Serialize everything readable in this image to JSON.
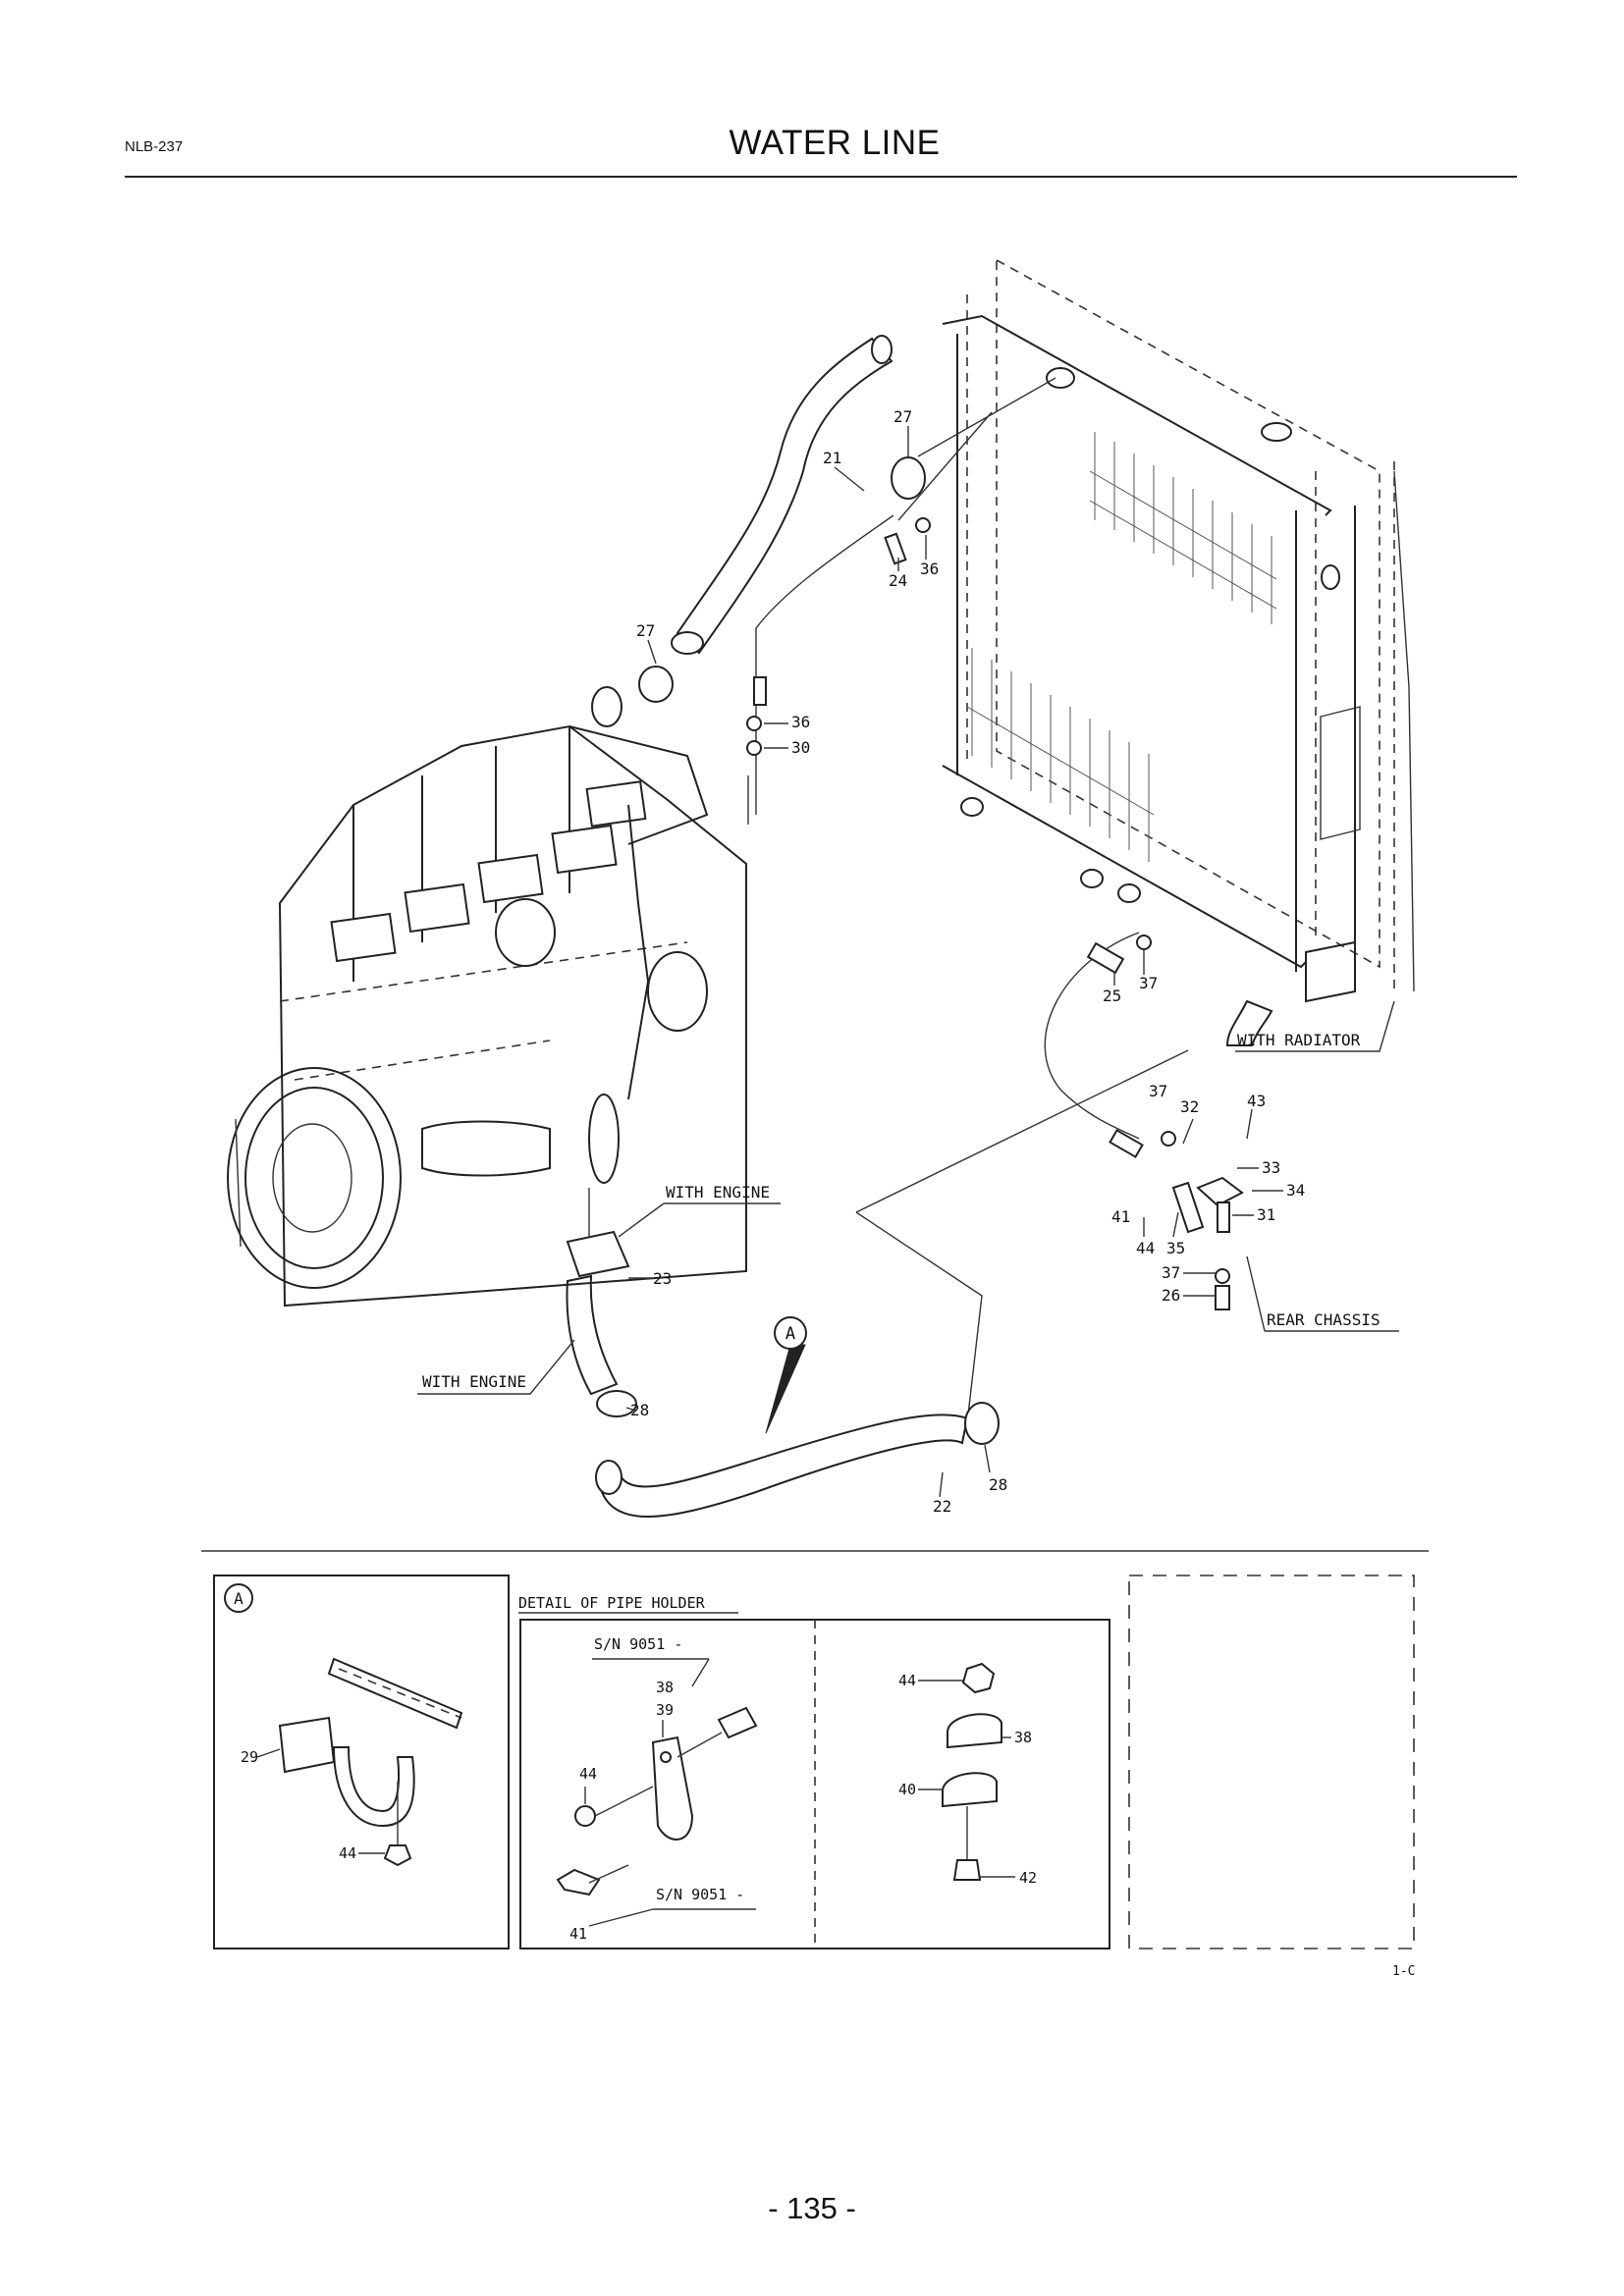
{
  "header": {
    "doc_code": "NLB-237",
    "title": "WATER LINE"
  },
  "callouts": {
    "c21": "21",
    "c27a": "27",
    "c27b": "27",
    "c24": "24",
    "c36a": "36",
    "c36b": "36",
    "c30": "30",
    "c25": "25",
    "c37a": "37",
    "c37b": "37",
    "c32": "32",
    "c43": "43",
    "c33": "33",
    "c34": "34",
    "c31": "31",
    "c41": "41",
    "c44": "44",
    "c35": "35",
    "c37c": "37",
    "c26": "26",
    "c23": "23",
    "c28a": "28",
    "c28b": "28",
    "c22": "22"
  },
  "labels": {
    "with_radiator": "WITH RADIATOR",
    "with_engine_a": "WITH ENGINE",
    "with_engine_b": "WITH ENGINE",
    "rear_chassis": "REAR CHASSIS",
    "view_marker": "A"
  },
  "detail_a": {
    "marker": "A",
    "c29": "29",
    "c44": "44"
  },
  "pipe_holder": {
    "title": "DETAIL OF PIPE HOLDER",
    "sn_upper": "S/N 9051 -",
    "sn_lower": "S/N 9051 -",
    "c38a": "38",
    "c39": "39",
    "c44a": "44",
    "c41": "41",
    "c44b": "44",
    "c38b": "38",
    "c40": "40",
    "c42": "42"
  },
  "footer": {
    "figure_code": "1-C",
    "page_number": "- 135 -"
  }
}
